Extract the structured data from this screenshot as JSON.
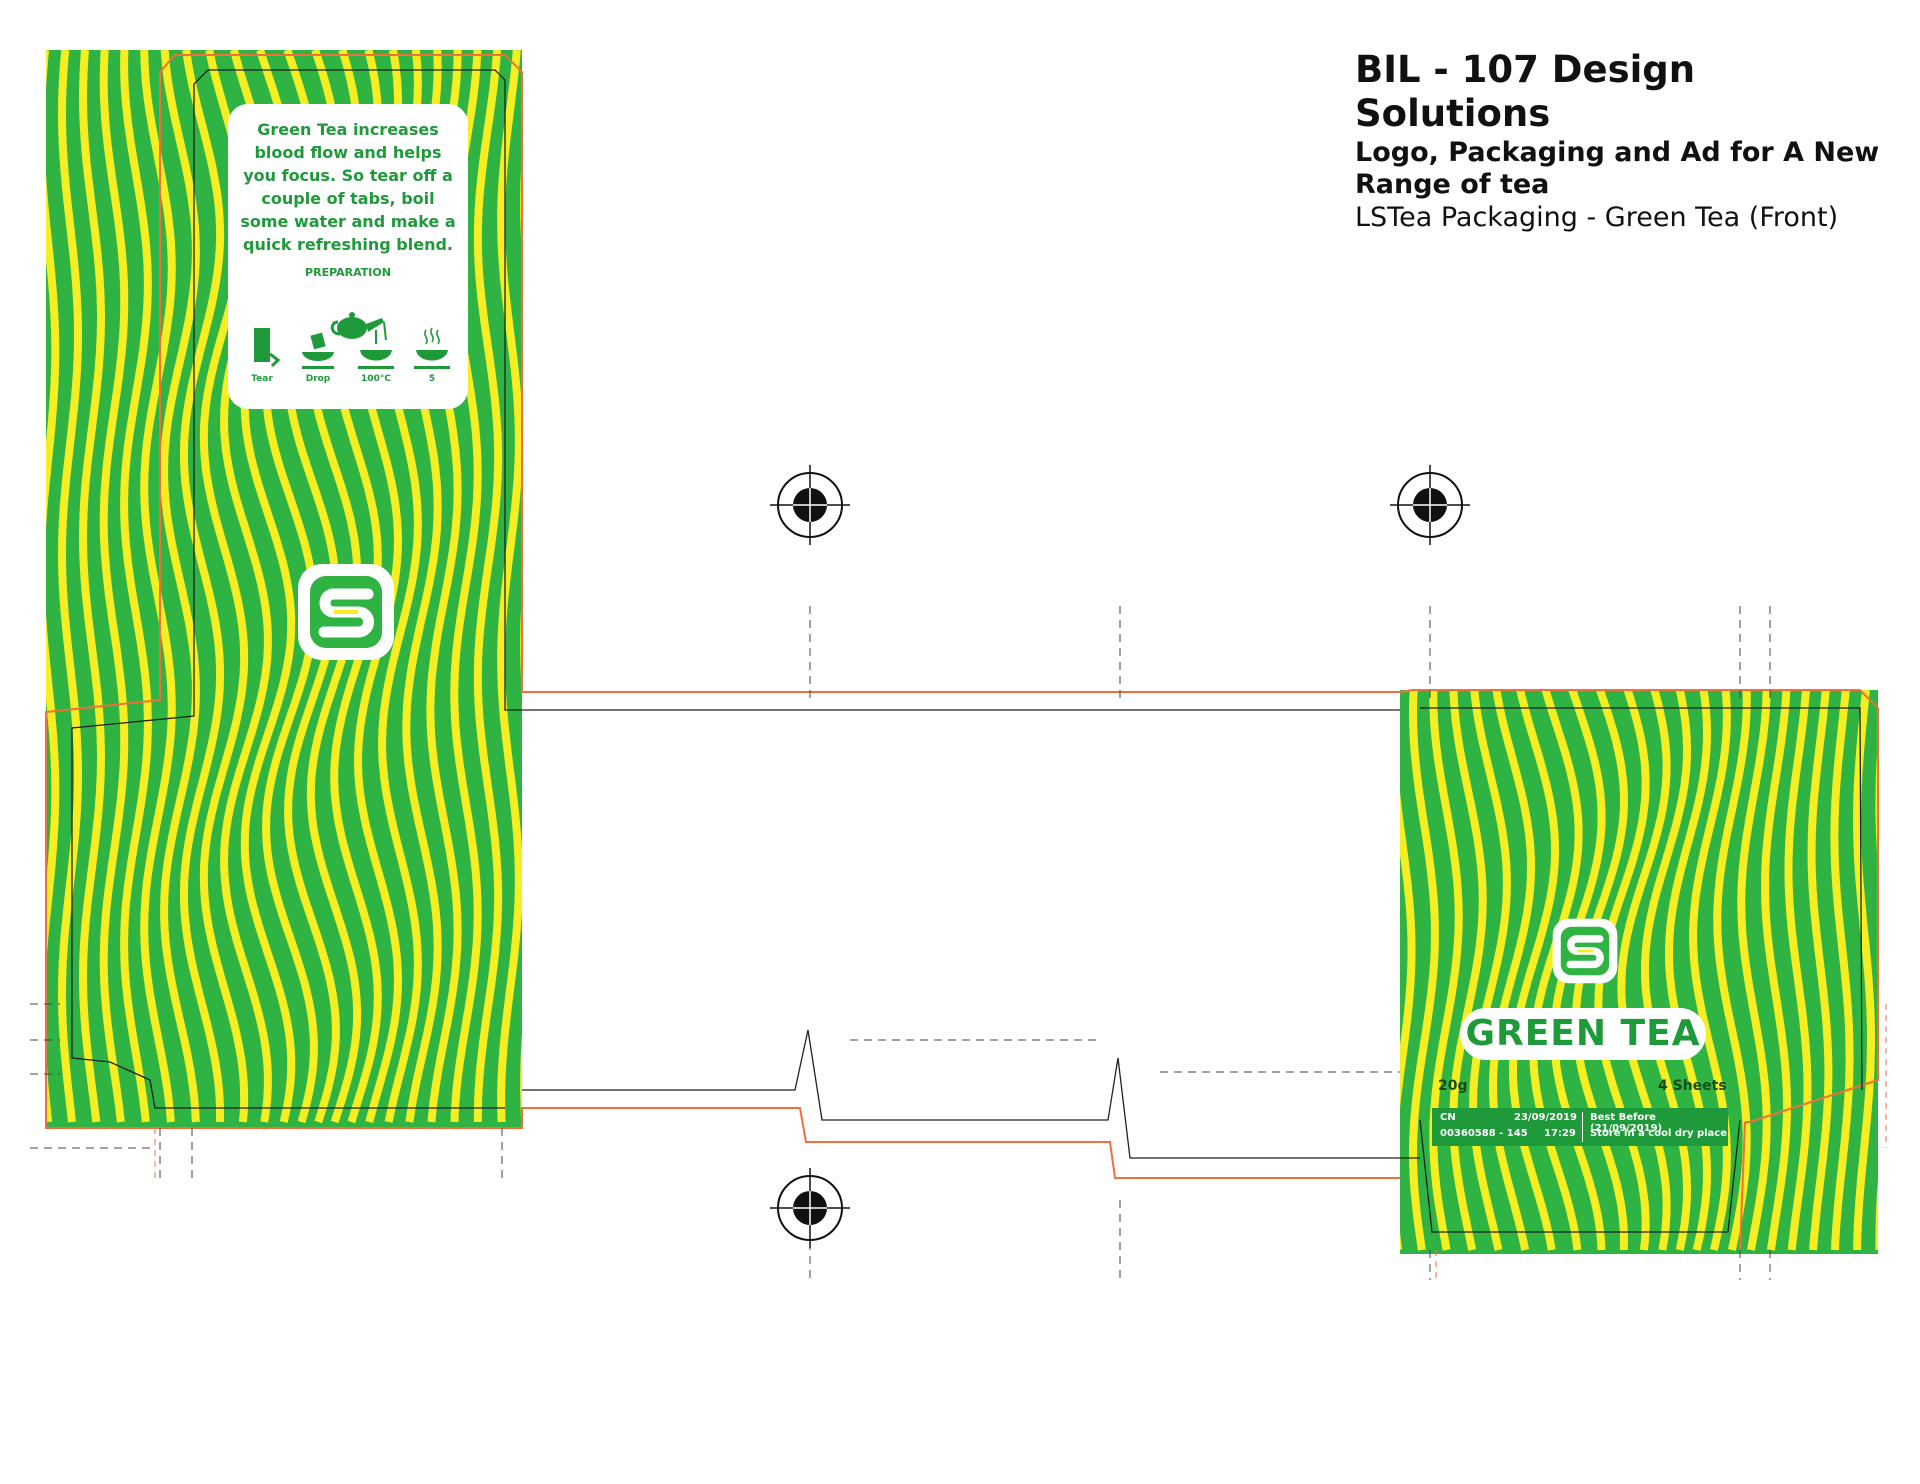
{
  "header": {
    "title": "BIL - 107 Design Solutions",
    "subtitle_line1": "Logo, Packaging and Ad for A New",
    "subtitle_line2": "Range of tea",
    "caption": "LSTea Packaging - Green Tea (Front)"
  },
  "info_card": {
    "text": "Green Tea increases blood flow and helps you focus. So tear off a couple of tabs, boil some water and make a quick refreshing blend.",
    "preparation_title": "PREPARATION",
    "steps": [
      {
        "icon": "tear-tab-icon",
        "label": "Tear"
      },
      {
        "icon": "drop-in-cup-icon",
        "label": "Drop"
      },
      {
        "icon": "hot-cup-icon",
        "label": "100°C"
      },
      {
        "icon": "steaming-cup-icon",
        "label": "5"
      }
    ]
  },
  "front_panel": {
    "product_name": "GREEN TEA",
    "weight": "20g",
    "sheets": "4 Sheets",
    "batch": {
      "cn_label": "CN",
      "cn_date": "23/09/2019",
      "code": "00360588 - 145",
      "time": "17:29",
      "best_before": "Best Before (21/09/2019)",
      "storage": "Store in a cool dry place"
    }
  },
  "colors": {
    "green": "#2fb444",
    "yellow": "#f4ee22",
    "dark_green": "#1f9a3a",
    "cut_line": "#f0703a",
    "fold_line": "#222222"
  },
  "icons": {
    "logo": "lstea-s-logo",
    "registration": "registration-mark-icon"
  }
}
